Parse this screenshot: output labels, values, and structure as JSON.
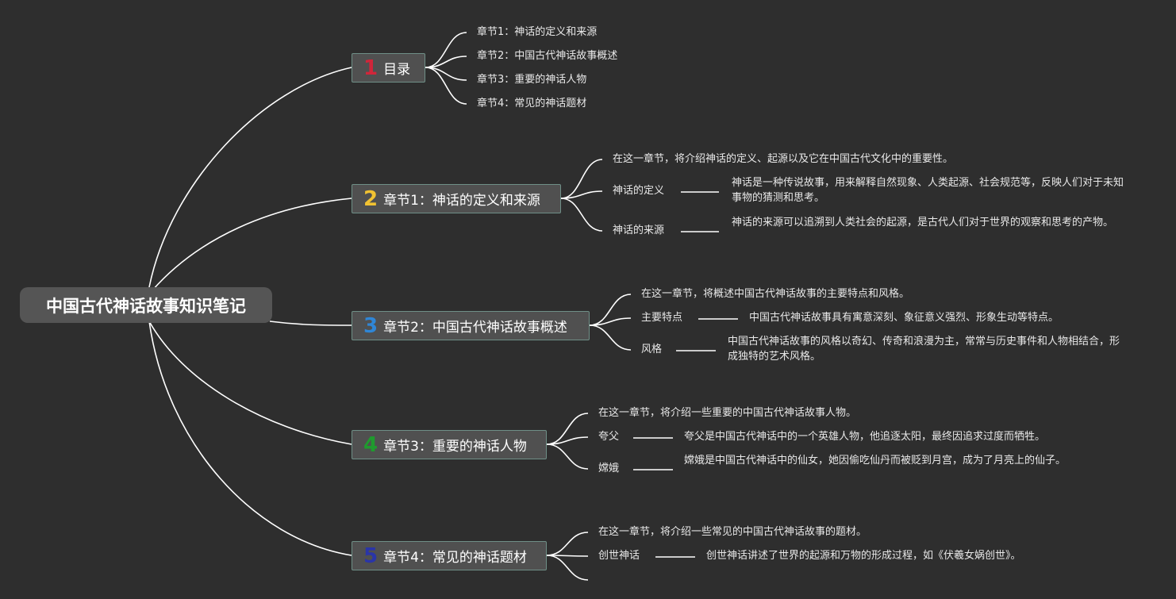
{
  "root": {
    "title": "中国古代神话故事知识笔记"
  },
  "branches": [
    {
      "num": "1",
      "num_color": "#d0263a",
      "label": "目录",
      "children": [
        {
          "text": "章节1：神话的定义和来源"
        },
        {
          "text": "章节2：中国古代神话故事概述"
        },
        {
          "text": "章节3：重要的神话人物"
        },
        {
          "text": "章节4：常见的神话题材"
        }
      ]
    },
    {
      "num": "2",
      "num_color": "#f1c232",
      "label": "章节1：神话的定义和来源",
      "children": [
        {
          "text": "在这一章节，将介绍神话的定义、起源以及它在中国古代文化中的重要性。"
        },
        {
          "text": "神话的定义",
          "detail": "神话是一种传说故事，用来解释自然现象、人类起源、社会规范等，反映人们对于未知事物的猜测和思考。"
        },
        {
          "text": "神话的来源",
          "detail": "神话的来源可以追溯到人类社会的起源，是古代人们对于世界的观察和思考的产物。"
        }
      ]
    },
    {
      "num": "3",
      "num_color": "#2f86d6",
      "label": "章节2：中国古代神话故事概述",
      "children": [
        {
          "text": "在这一章节，将概述中国古代神话故事的主要特点和风格。"
        },
        {
          "text": "主要特点",
          "detail": "中国古代神话故事具有寓意深刻、象征意义强烈、形象生动等特点。"
        },
        {
          "text": "风格",
          "detail": "中国古代神话故事的风格以奇幻、传奇和浪漫为主，常常与历史事件和人物相结合，形成独特的艺术风格。"
        }
      ]
    },
    {
      "num": "4",
      "num_color": "#1f9b2e",
      "label": "章节3：重要的神话人物",
      "children": [
        {
          "text": "在这一章节，将介绍一些重要的中国古代神话故事人物。"
        },
        {
          "text": "夸父",
          "detail": "夸父是中国古代神话中的一个英雄人物，他追逐太阳，最终因追求过度而牺牲。"
        },
        {
          "text": "嫦娥",
          "detail": "嫦娥是中国古代神话中的仙女，她因偷吃仙丹而被贬到月宫，成为了月亮上的仙子。"
        }
      ]
    },
    {
      "num": "5",
      "num_color": "#2a35a8",
      "label": "章节4：常见的神话题材",
      "children": [
        {
          "text": "在这一章节，将介绍一些常见的中国古代神话故事的题材。"
        },
        {
          "text": "创世神话",
          "detail": "创世神话讲述了世界的起源和万物的形成过程，如《伏羲女娲创世》。"
        },
        {
          "text": ""
        }
      ]
    }
  ]
}
